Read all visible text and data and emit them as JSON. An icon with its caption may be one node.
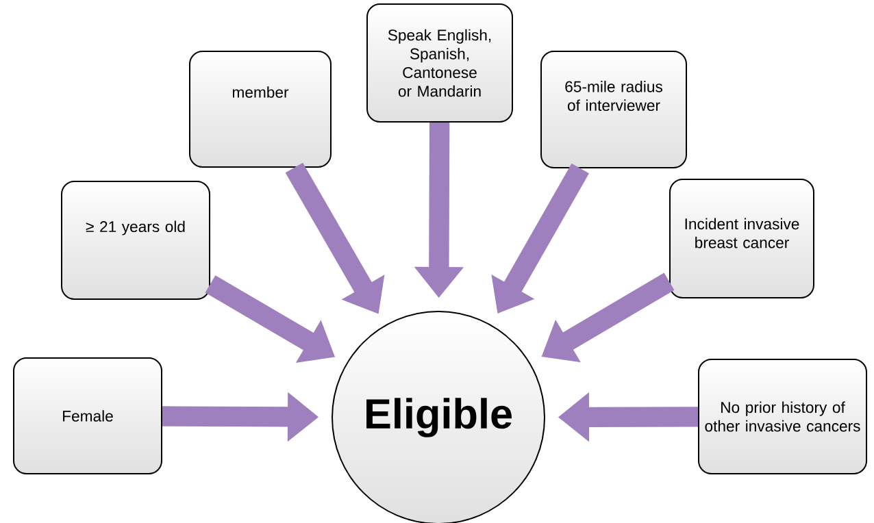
{
  "diagram": {
    "nodes": [
      {
        "text": [
          "Female"
        ]
      },
      {
        "text": [
          "≥ 21 years old"
        ]
      },
      {
        "text": [
          "member"
        ]
      },
      {
        "text": [
          "Speak English, Spanish, Cantonese or Mandarin"
        ]
      },
      {
        "text": [
          "65-mile radius of interviewer"
        ]
      },
      {
        "text": [
          "Incident invasive breast cancer"
        ]
      },
      {
        "text": [
          "No prior history of other invasive cancers"
        ]
      },
      {
        "text": [
          "Eligible"
        ]
      }
    ],
    "edges": [
      {
        "from": 0,
        "to": 7,
        "arrow": "to"
      },
      {
        "from": 1,
        "to": 7,
        "arrow": "to"
      },
      {
        "from": 2,
        "to": 7,
        "arrow": "to"
      },
      {
        "from": 3,
        "to": 7,
        "arrow": "to"
      },
      {
        "from": 4,
        "to": 7,
        "arrow": "to"
      },
      {
        "from": 5,
        "to": 7,
        "arrow": "to"
      },
      {
        "from": 6,
        "to": 7,
        "arrow": "to"
      }
    ]
  }
}
